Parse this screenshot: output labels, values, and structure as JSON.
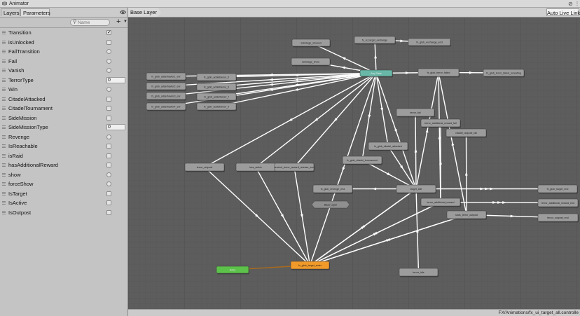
{
  "window": {
    "title": "Animator"
  },
  "tabs": [
    {
      "label": "Layers"
    },
    {
      "label": "Parameters"
    }
  ],
  "search": {
    "placeholder": "Name"
  },
  "parameters": [
    {
      "name": "Transition",
      "type": "bool",
      "value": true
    },
    {
      "name": "isUnlocked",
      "type": "bool",
      "value": false
    },
    {
      "name": "FailTransition",
      "type": "trigger"
    },
    {
      "name": "Fail",
      "type": "trigger"
    },
    {
      "name": "Vanish",
      "type": "trigger"
    },
    {
      "name": "TerrorType",
      "type": "int",
      "value": "0"
    },
    {
      "name": "Win",
      "type": "trigger"
    },
    {
      "name": "CitadelAttacked",
      "type": "bool",
      "value": false
    },
    {
      "name": "CitadelTournament",
      "type": "bool",
      "value": false
    },
    {
      "name": "SideMission",
      "type": "bool",
      "value": false
    },
    {
      "name": "SideMissionType",
      "type": "int",
      "value": "0"
    },
    {
      "name": "Revenge",
      "type": "trigger"
    },
    {
      "name": "IsReachable",
      "type": "bool",
      "value": false
    },
    {
      "name": "isRaid",
      "type": "bool",
      "value": false
    },
    {
      "name": "hasAdditionalReward",
      "type": "bool",
      "value": false
    },
    {
      "name": "show",
      "type": "trigger"
    },
    {
      "name": "forceShow",
      "type": "trigger"
    },
    {
      "name": "IsTarget",
      "type": "bool",
      "value": false
    },
    {
      "name": "IsActive",
      "type": "bool",
      "value": false
    },
    {
      "name": "IsOutpost",
      "type": "bool",
      "value": false
    }
  ],
  "graph": {
    "breadcrumb": "Base Layer",
    "auto_live_link": "Auto Live Link",
    "colors": {
      "background": "#5d5d5d",
      "state": "#9c9c9c",
      "any_state": "#69b8a7",
      "entry": "#5cc24a",
      "default_state": "#f09a2a",
      "transition": "#ffffff",
      "entry_link": "#a96a1c"
    },
    "states": {
      "any_state": "Any State",
      "entry": "Entry",
      "default": "fx_glob_target_enter",
      "base_layer": "Base Layer",
      "sabotage_showed": "sabotage_showed",
      "sabotage_show": "sabotage_show",
      "target_exchange": "fx_ui_target_exchange",
      "exchange_end": "fx_glob_exchange_end",
      "terror_failed": "fx_glob_terror_failed",
      "terror_failed_reset": "fx_glob_terror_failed_reseating",
      "addtl1": "fx_glob_addelhavior1_enr",
      "addtl2": "fx_glob_addelhavior2_enr",
      "addtl3": "fx_glob_addelhavior3_enr",
      "addtl4": "fx_glob_addelhavior4_enr",
      "addtl_b1": "fx_glob_addelhavior_0",
      "addtl_b2": "fx_glob_addelhavior_0",
      "addtl_b3": "fx_glob_addelhavior_f",
      "addtl_b4": "fx_glob_addelhavior_0",
      "terror_fail": "terror_fail",
      "terror_additional_reward_fail": "terror_additional_reward_fail",
      "citadel_outpost_fail": "citadel_outpost_fail",
      "citadel_attacked_enter": "fx_glob_citadel_attacked",
      "citadel_tournament": "fx_glob_citadel_tournament",
      "terror_outpost": "terror_outpost",
      "loss_active": "loss_active",
      "ancient_terror_reward": "ancient_terror_reward_release_end",
      "revenge_end": "fx_glob_revenge_end",
      "target_idle": "target_idle",
      "terror_additional_reward": "terror_additional_reward",
      "raid_terror_outpost": "raids_terror_outpost",
      "target_end": "fx_glob_target_end",
      "additional_reward_end": "terror_additional_reward_end",
      "terror_outpost_end": "terror_outpost_end",
      "terror_idle": "terror_idle"
    },
    "path": "FX/Animations/fx_ui_target_all.controlle"
  }
}
